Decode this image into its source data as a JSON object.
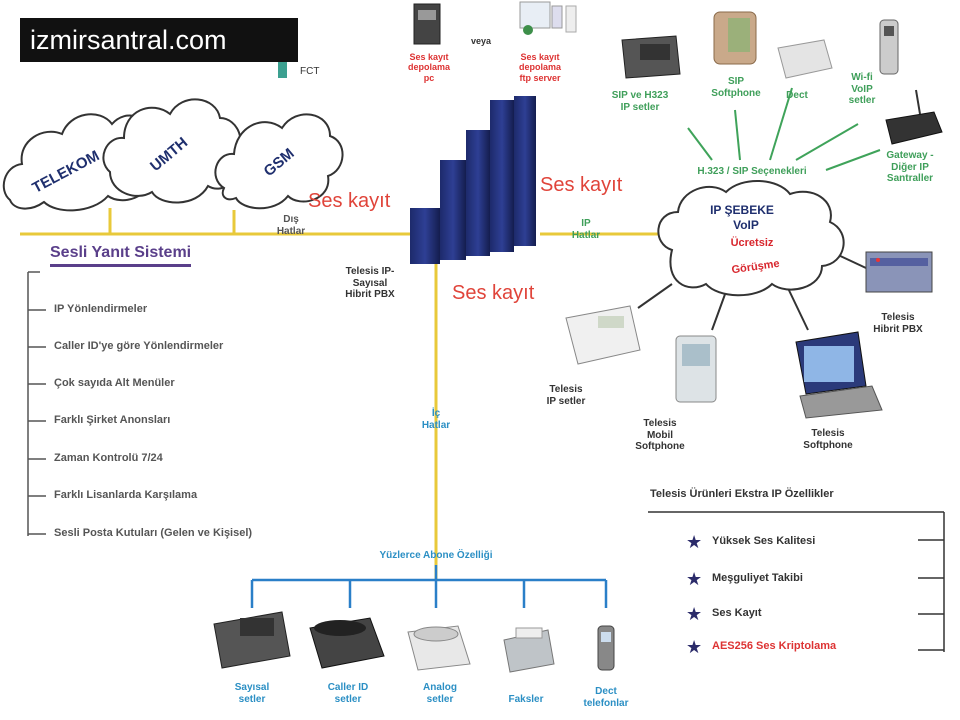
{
  "logo": {
    "text": "izmirsantral.com"
  },
  "fct": "FCT",
  "clouds": {
    "telekom": "TELEKOM",
    "umth": "UMTH",
    "gsm": "GSM"
  },
  "pbx": {
    "label": "Telesis IP-\nSayısal\nHibrit PBX"
  },
  "recording": {
    "pc": "Ses kayıt\ndepolama\npc",
    "veya": "veya",
    "ftp": "Ses kayıt\ndepolama\nftp server"
  },
  "ses_kayit": [
    "Ses kayıt",
    "Ses kayıt",
    "Ses kayıt"
  ],
  "lines": {
    "dis": "Dış\nHatlar",
    "ip": "IP\nHatlar",
    "ic": "İç\nHatlar"
  },
  "ip_network": {
    "l1": "IP ŞEBEKE",
    "l2": "VoIP",
    "l3": "Ücretsiz",
    "l4": "Görüşme"
  },
  "voip_devices": {
    "sip_h323": "SIP ve H323\nIP setler",
    "softphone": "SIP\nSoftphone",
    "dect": "Dect",
    "wifi": "Wi-fi\nVoIP\nsetler",
    "gateway": "Gateway -\nDiğer IP\nSantraller",
    "selection": "H.323 / SIP Seçenekleri"
  },
  "telesis": {
    "hibrit": "Telesis\nHibrit PBX",
    "ip_set": "Telesis\nIP setler",
    "mobil": "Telesis\nMobil\nSoftphone",
    "softphone": "Telesis\nSoftphone"
  },
  "ivr": {
    "title": "Sesli Yanıt Sistemi",
    "items": [
      "IP Yönlendirmeler",
      "Caller ID'ye göre Yönlendirmeler",
      "Çok sayıda Alt Menüler",
      "Farklı Şirket Anonsları",
      "Zaman Kontrolü 7/24",
      "Farklı Lisanlarda Karşılama",
      "Sesli Posta Kutuları (Gelen ve Kişisel)"
    ]
  },
  "features": {
    "title": "Telesis Ürünleri  Ekstra IP Özellikler",
    "items": [
      "Yüksek Ses Kalitesi",
      "Meşguliyet Takibi",
      "Ses Kayıt",
      "AES256 Ses Kriptolama"
    ]
  },
  "subscriber": {
    "title": "Yüzlerce Abone Özelliği",
    "phones": [
      "Sayısal\nsetler",
      "Caller ID\nsetler",
      "Analog\nsetler",
      "Faksler",
      "Dect\ntelefonlar"
    ]
  },
  "colors": {
    "yellow": "#e8c93a",
    "green": "#3fa35a",
    "blue": "#2a7fc8",
    "navy": "#1f2f6e",
    "red": "#e0443a",
    "purple": "#5a3f8a"
  }
}
